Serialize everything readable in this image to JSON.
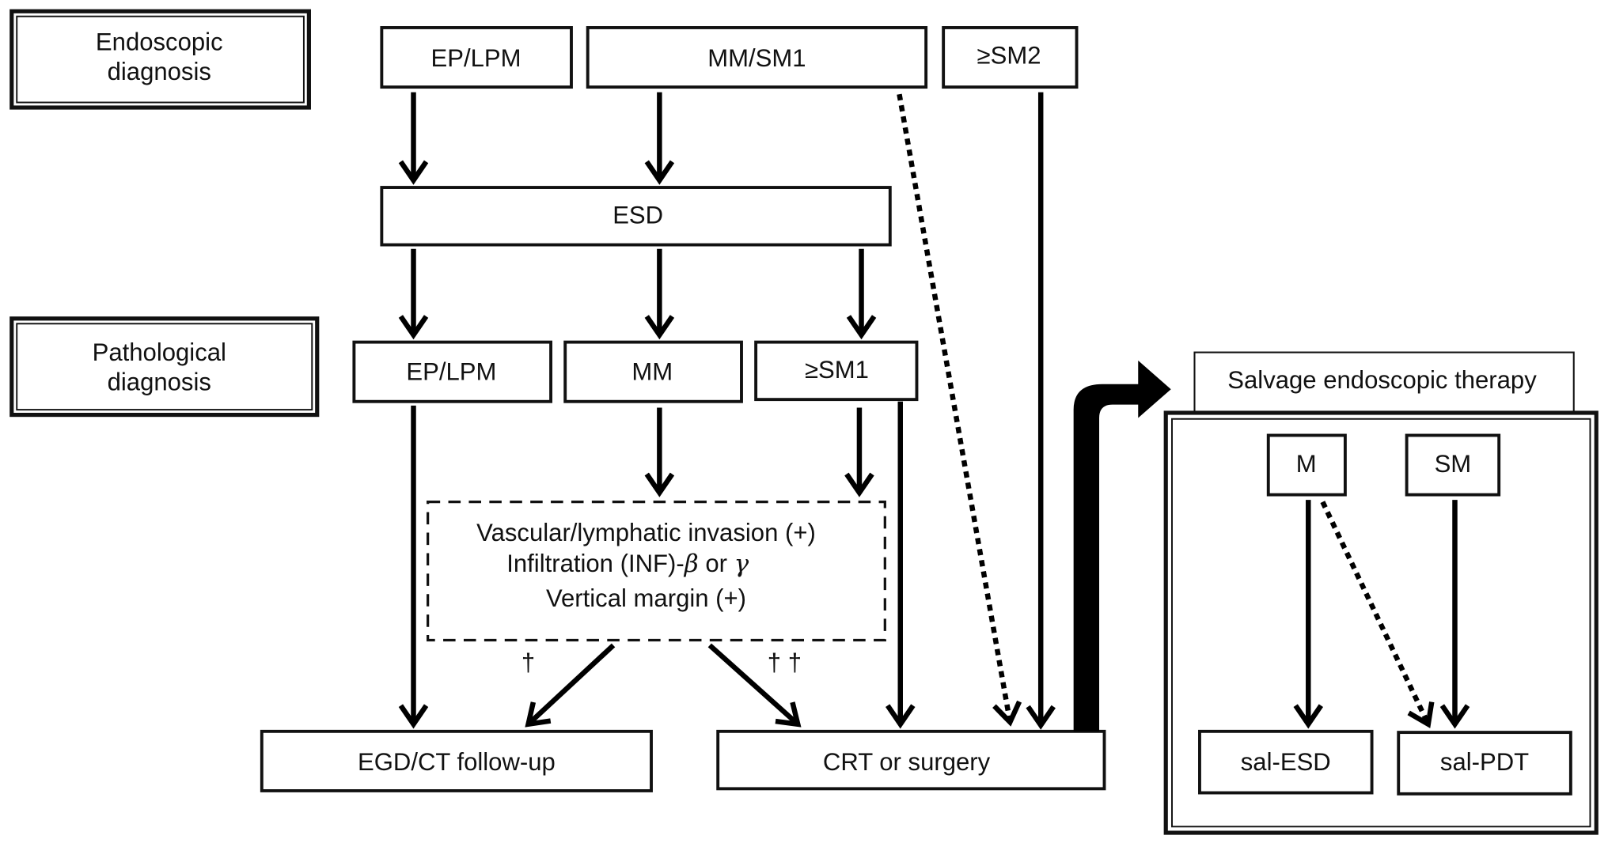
{
  "row_labels": {
    "endoscopic": [
      "Endoscopic",
      "diagnosis"
    ],
    "pathological": [
      "Pathological",
      "diagnosis"
    ]
  },
  "endoscopic_boxes": [
    "EP/LPM",
    "MM/SM1",
    "≥SM2"
  ],
  "esd": "ESD",
  "pathological_boxes": [
    "EP/LPM",
    "MM",
    "≥SM1"
  ],
  "criteria": {
    "lines": [
      "Vascular/lymphatic invasion (+)",
      "Infiltration (INF)-",
      "Vertical margin (+)"
    ],
    "beta": "β",
    "or": " or ",
    "gamma": "γ"
  },
  "daggers": {
    "single": "†",
    "double": "† †"
  },
  "outcomes": {
    "followup": "EGD/CT follow-up",
    "crt": "CRT or surgery"
  },
  "salvage": {
    "title": "Salvage endoscopic therapy",
    "m": "M",
    "sm": "SM",
    "sal_esd": "sal-ESD",
    "sal_pdt": "sal-PDT"
  }
}
